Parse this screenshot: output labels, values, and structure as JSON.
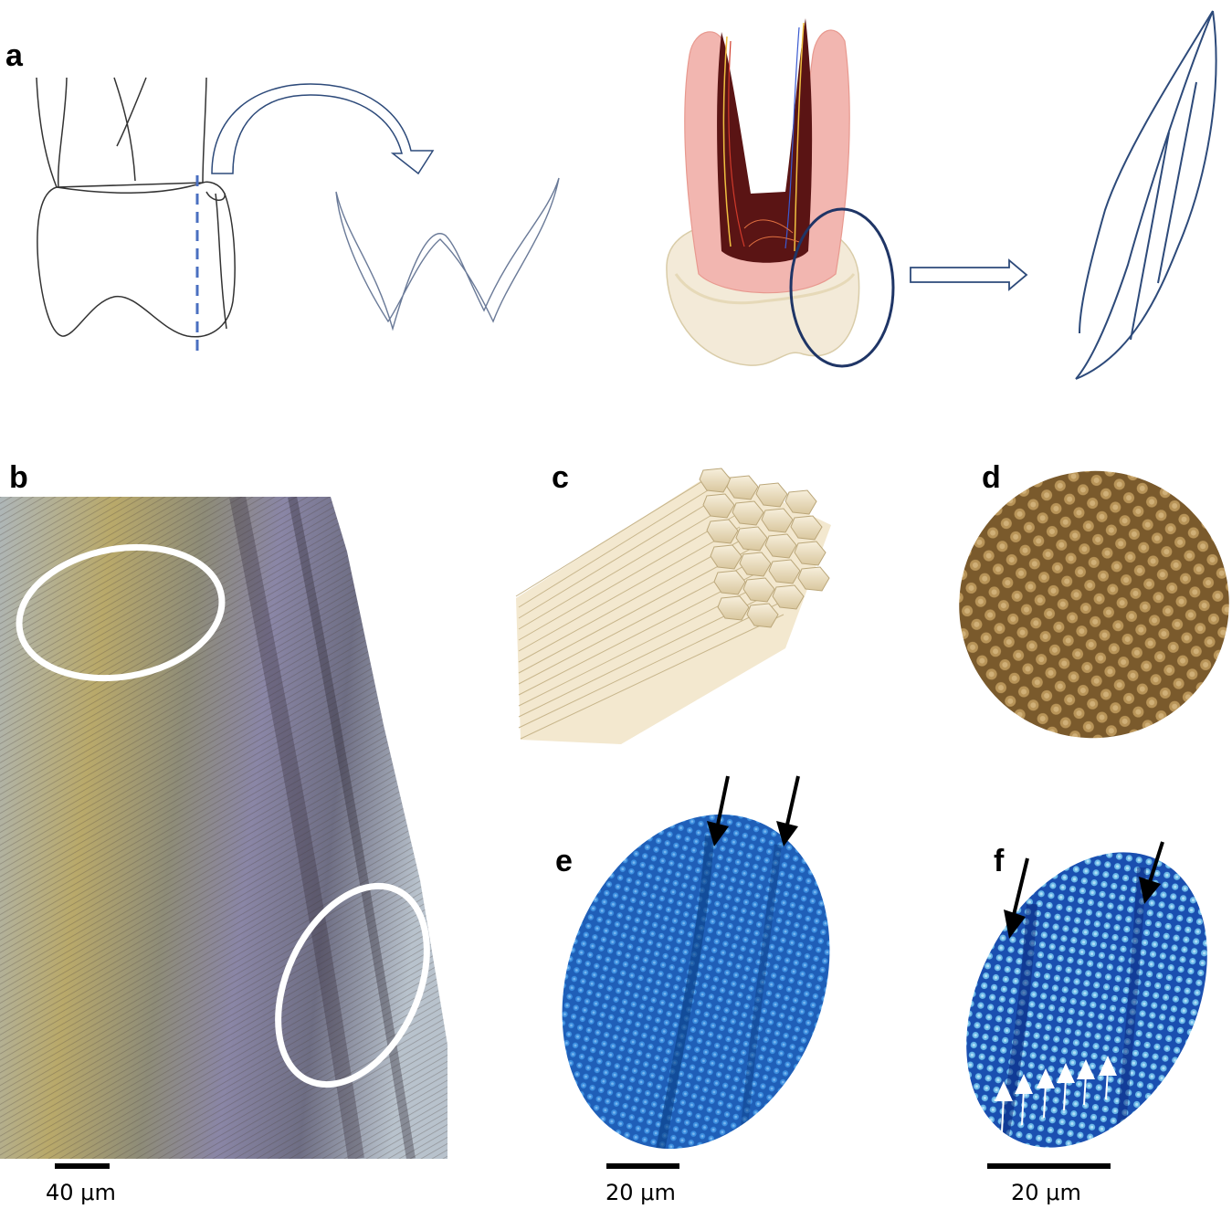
{
  "panels": {
    "a": {
      "label": "a"
    },
    "b": {
      "label": "b",
      "scalebar": "40 μm"
    },
    "c": {
      "label": "c"
    },
    "d": {
      "label": "d"
    },
    "e": {
      "label": "e",
      "scalebar": "20 μm"
    },
    "f": {
      "label": "f",
      "scalebar": "20 μm"
    }
  },
  "colors": {
    "outline_dark": "#333333",
    "outline_blue": "#2d4a7a",
    "dashed_blue": "#4a6fc0",
    "ellipse_navy": "#1f3566",
    "pulp": "#5a1414",
    "dentin": "#f2b6b0",
    "enamel": "#f3ead8",
    "rod": "#efe3c8",
    "brown_texture": "#8a6a3a",
    "blue_texture": "#2b7fd0"
  },
  "icons": {
    "curved_arrow": "curved-arrow-icon",
    "hollow_arrow": "hollow-right-arrow-icon",
    "black_arrow": "black-pointer-arrow-icon",
    "white_arrow": "white-up-arrow-icon"
  }
}
